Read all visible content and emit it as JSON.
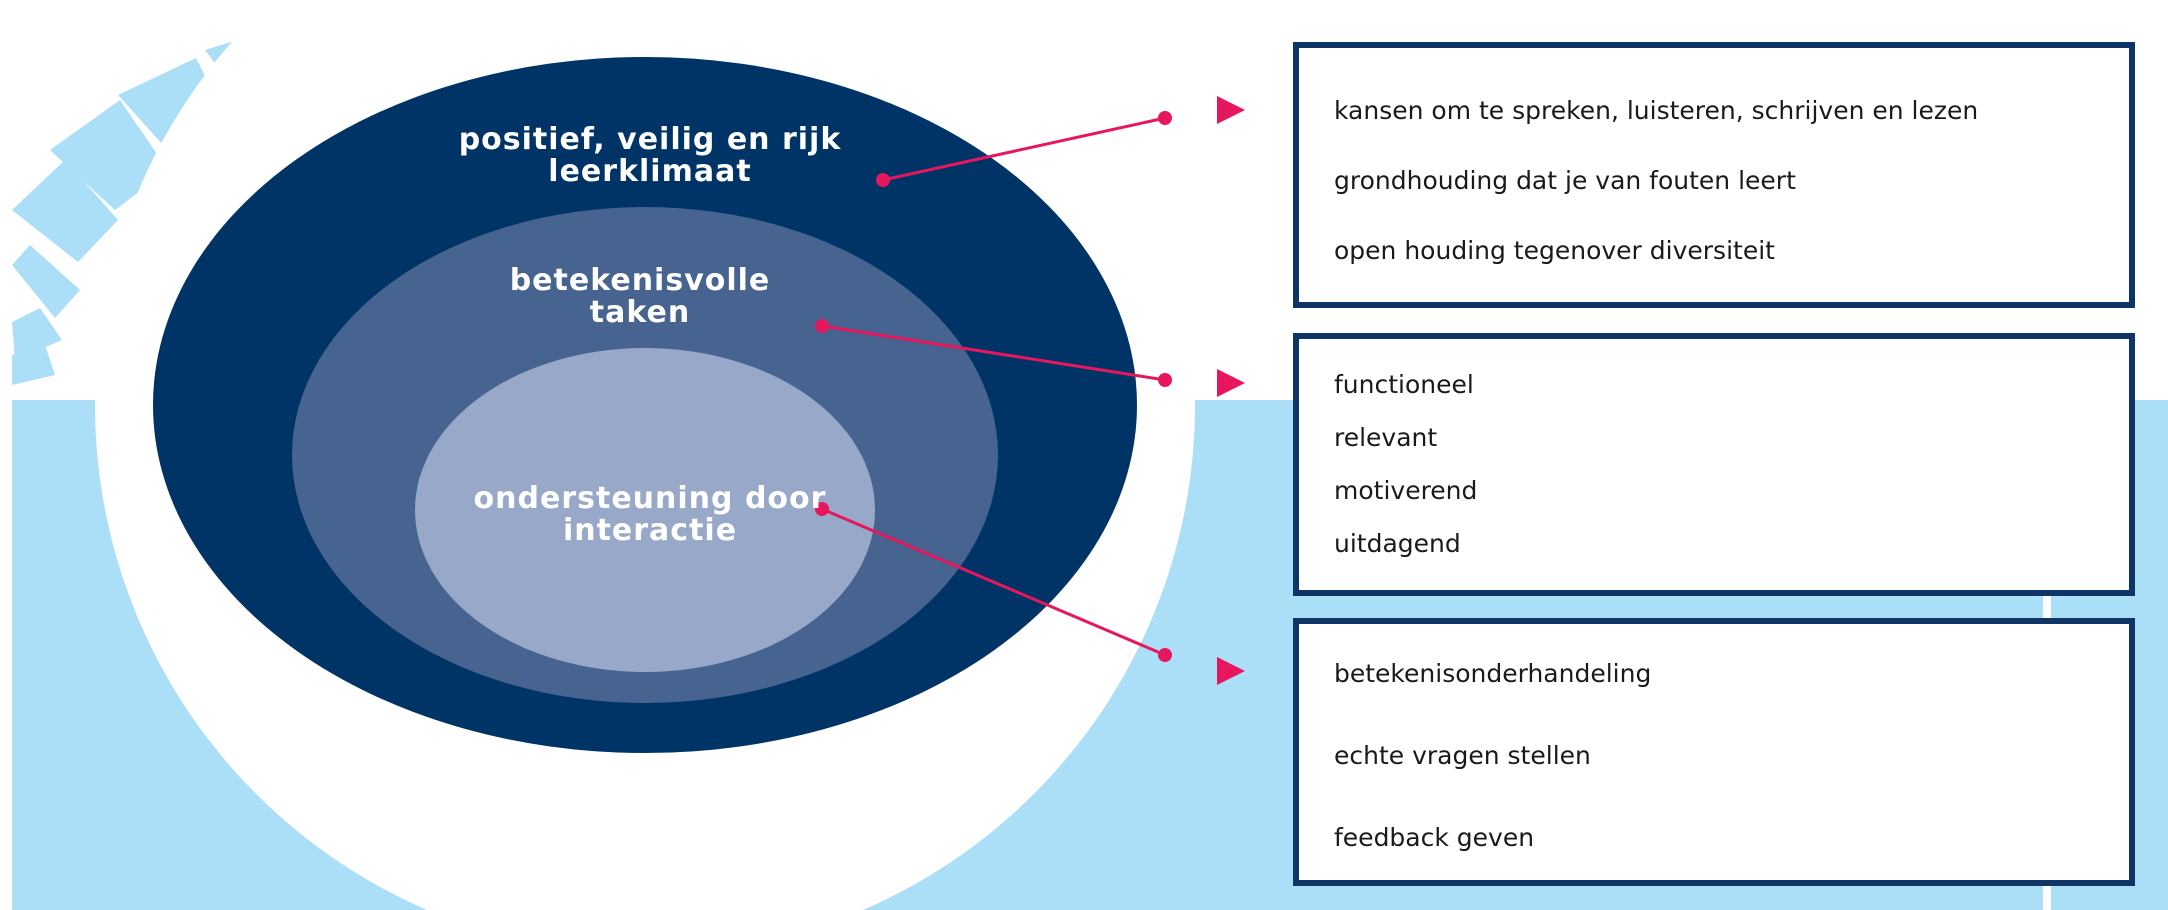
{
  "circles": {
    "outer": "positief, veilig en rijk leerklimaat",
    "middle": "betekenisvolle taken",
    "inner": "ondersteuning door interactie"
  },
  "boxes": [
    {
      "items": [
        "kansen om te spreken, luisteren, schrijven en lezen",
        "grondhouding dat je van fouten leert",
        "open houding tegenover diversiteit"
      ]
    },
    {
      "items": [
        "functioneel",
        "relevant",
        "motiverend",
        "uitdagend"
      ]
    },
    {
      "items": [
        "betekenisonderhandeling",
        "echte vragen stellen",
        "feedback geven"
      ]
    }
  ],
  "colors": {
    "outer": "#003366",
    "middle": "#46648f",
    "inner": "#97a8c8",
    "accent": "#e6175c",
    "light_blue": "#abdff7",
    "border": "#0f3566"
  }
}
